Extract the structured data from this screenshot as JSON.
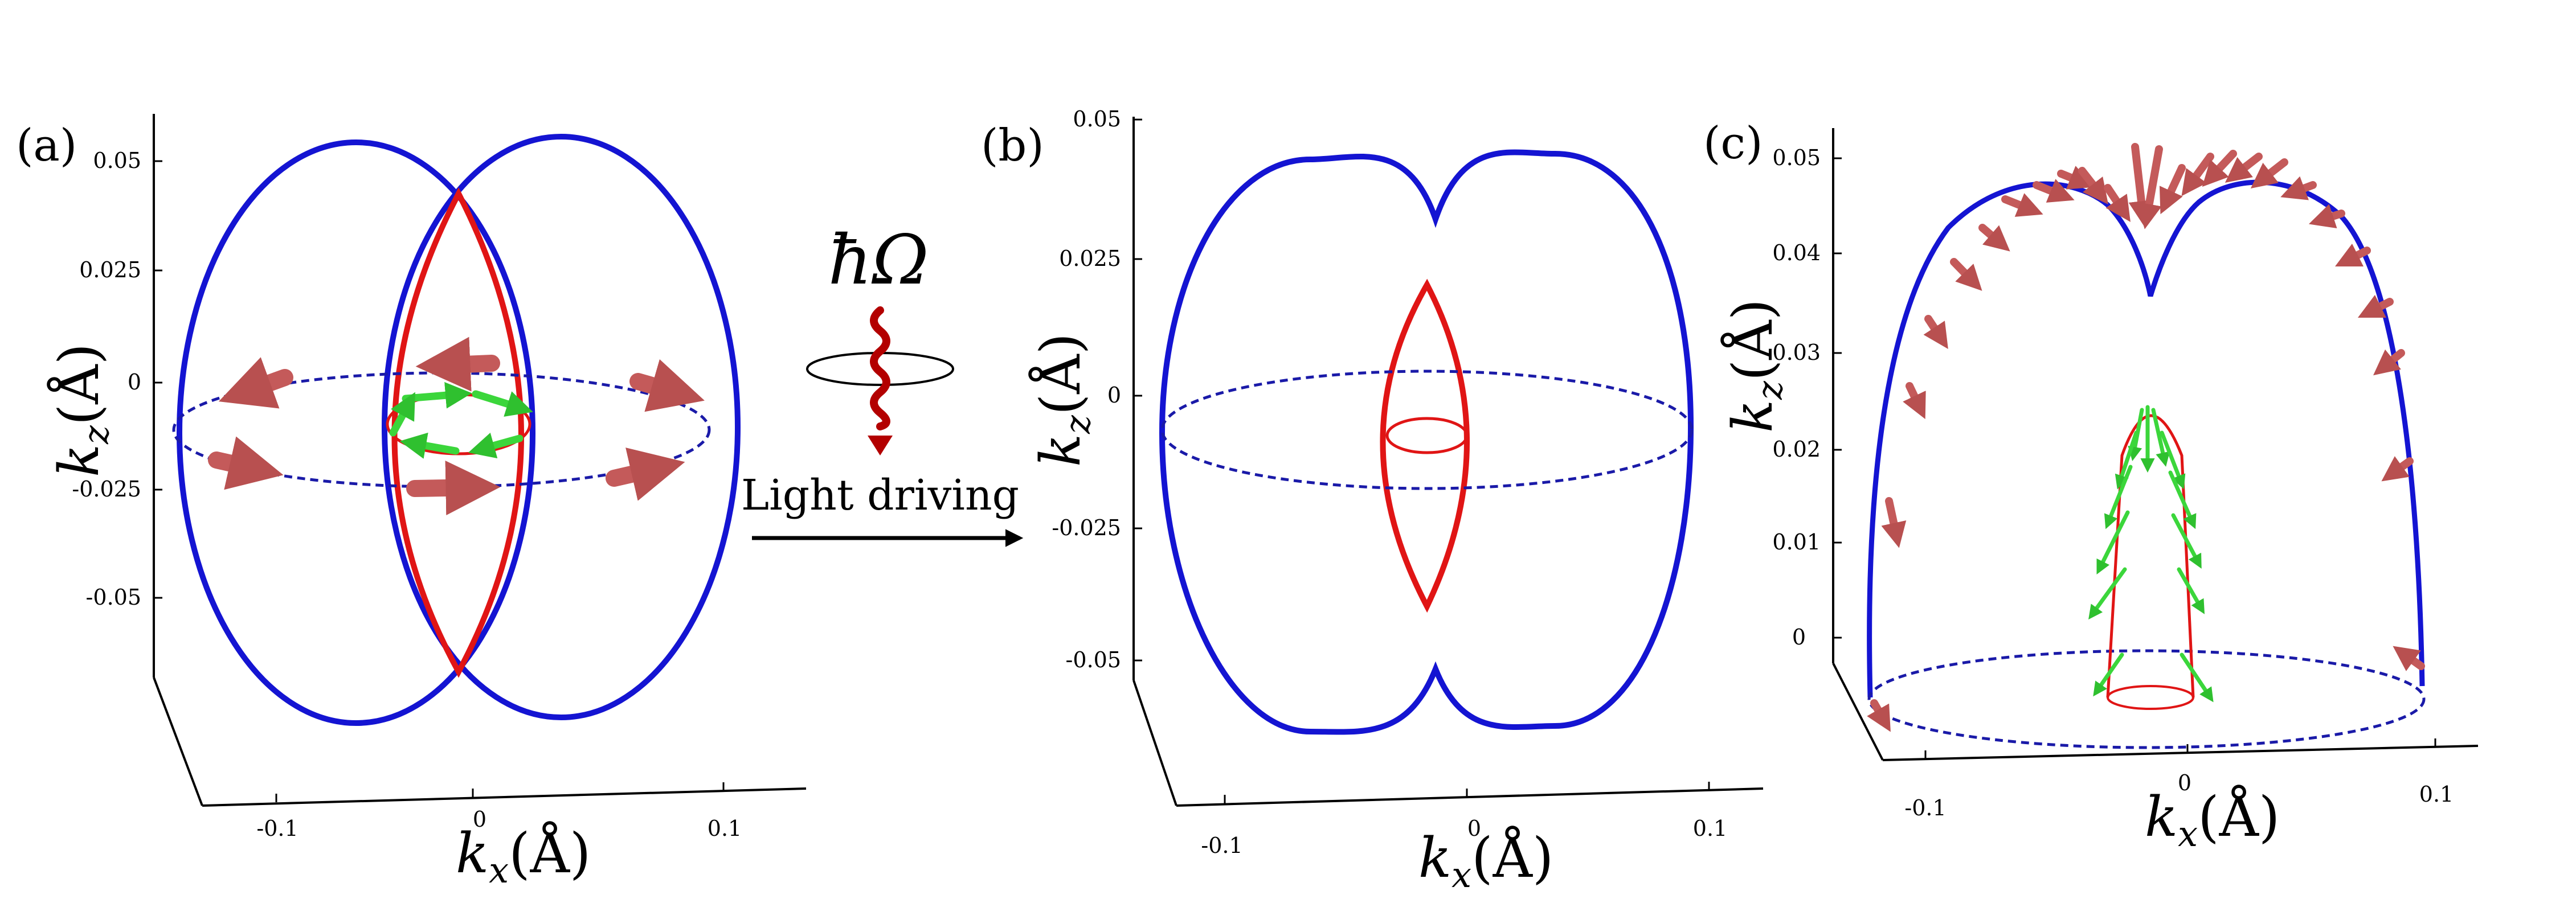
{
  "panels": [
    {
      "label": "(a)",
      "z_ticks": [
        "0.05",
        "0.025",
        "0",
        "-0.025",
        "-0.05"
      ],
      "x_ticks": [
        "-0.1",
        "0",
        "0.1"
      ],
      "xlabel": {
        "main": "k",
        "sub": "x",
        "unit": "(Å)"
      },
      "ylabel": {
        "main": "k",
        "sub": "z",
        "unit": "(Å)"
      }
    },
    {
      "label": "(b)",
      "z_ticks": [
        "0.05",
        "0.025",
        "0",
        "-0.025",
        "-0.05"
      ],
      "x_ticks": [
        "-0.1",
        "0",
        "0.1"
      ],
      "xlabel": {
        "main": "k",
        "sub": "x",
        "unit": "(Å)"
      },
      "ylabel": {
        "main": "k",
        "sub": "z",
        "unit": "(Å)"
      }
    },
    {
      "label": "(c)",
      "z_ticks": [
        "0.05",
        "0.04",
        "0.03",
        "0.02",
        "0.01",
        "0"
      ],
      "x_ticks": [
        "-0.1",
        "0",
        "0.1"
      ],
      "xlabel": {
        "main": "k",
        "sub": "x",
        "unit": "(Å)"
      },
      "ylabel": {
        "main": "k",
        "sub": "z",
        "unit": "(Å)"
      }
    }
  ],
  "transition": {
    "symbol": "ħΩ",
    "caption": "Light driving"
  },
  "colors": {
    "outer_surface": "#1414d2",
    "inner_surface": "#e01515",
    "equator": "#1a1aa8",
    "spin_red": "#c45a5a",
    "spin_green": "#3bd63b",
    "photon": "#b30000"
  }
}
